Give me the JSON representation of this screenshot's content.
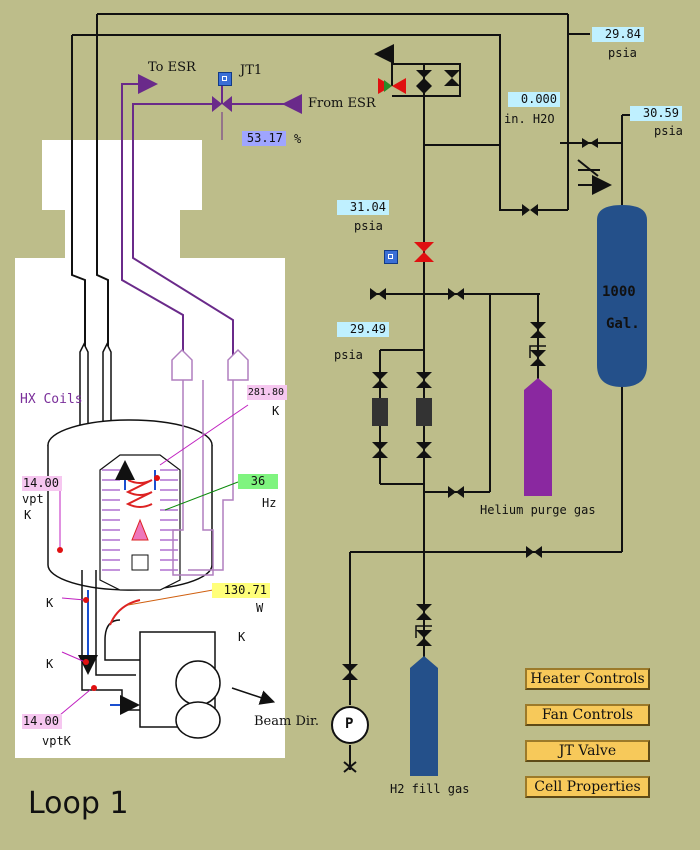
{
  "title": "Loop 1",
  "readouts": {
    "p_top_right": {
      "value": "29.84",
      "unit": "psia"
    },
    "p_dewar": {
      "value": "30.59",
      "unit": "psia"
    },
    "dp_h2o": {
      "value": "0.000",
      "unit": "in. H2O"
    },
    "p_supply": {
      "value": "31.04",
      "unit": "psia"
    },
    "p_lower": {
      "value": "29.49",
      "unit": "psia"
    },
    "jt1_percent": {
      "value": "53.17",
      "unit": "%"
    },
    "temp_top": {
      "value": "281.80",
      "unit": "K"
    },
    "fan_freq": {
      "value": "36",
      "unit": "Hz"
    },
    "heater_power": {
      "value": "130.71",
      "unit": "W"
    },
    "vpt_upper": {
      "value": "14.00",
      "label": "vpt",
      "unit": "K"
    },
    "vpt_lower": {
      "value": "14.00",
      "label": "vptK"
    }
  },
  "labels": {
    "to_esr": "To ESR",
    "from_esr": "From ESR",
    "jt1": "JT1",
    "hx_coils": "HX Coils",
    "helium_purge": "Helium purge gas",
    "h2_fill": "H2 fill gas",
    "beam_dir": "Beam Dir.",
    "pump": "P",
    "dewar_volume": "1000",
    "dewar_unit": "Gal.",
    "k_left_1": "K",
    "k_left_2": "K",
    "k_mid": "K"
  },
  "buttons": {
    "heater": "Heater Controls",
    "fan": "Fan Controls",
    "jt_valve": "JT Valve",
    "cell_properties": "Cell Properties"
  }
}
